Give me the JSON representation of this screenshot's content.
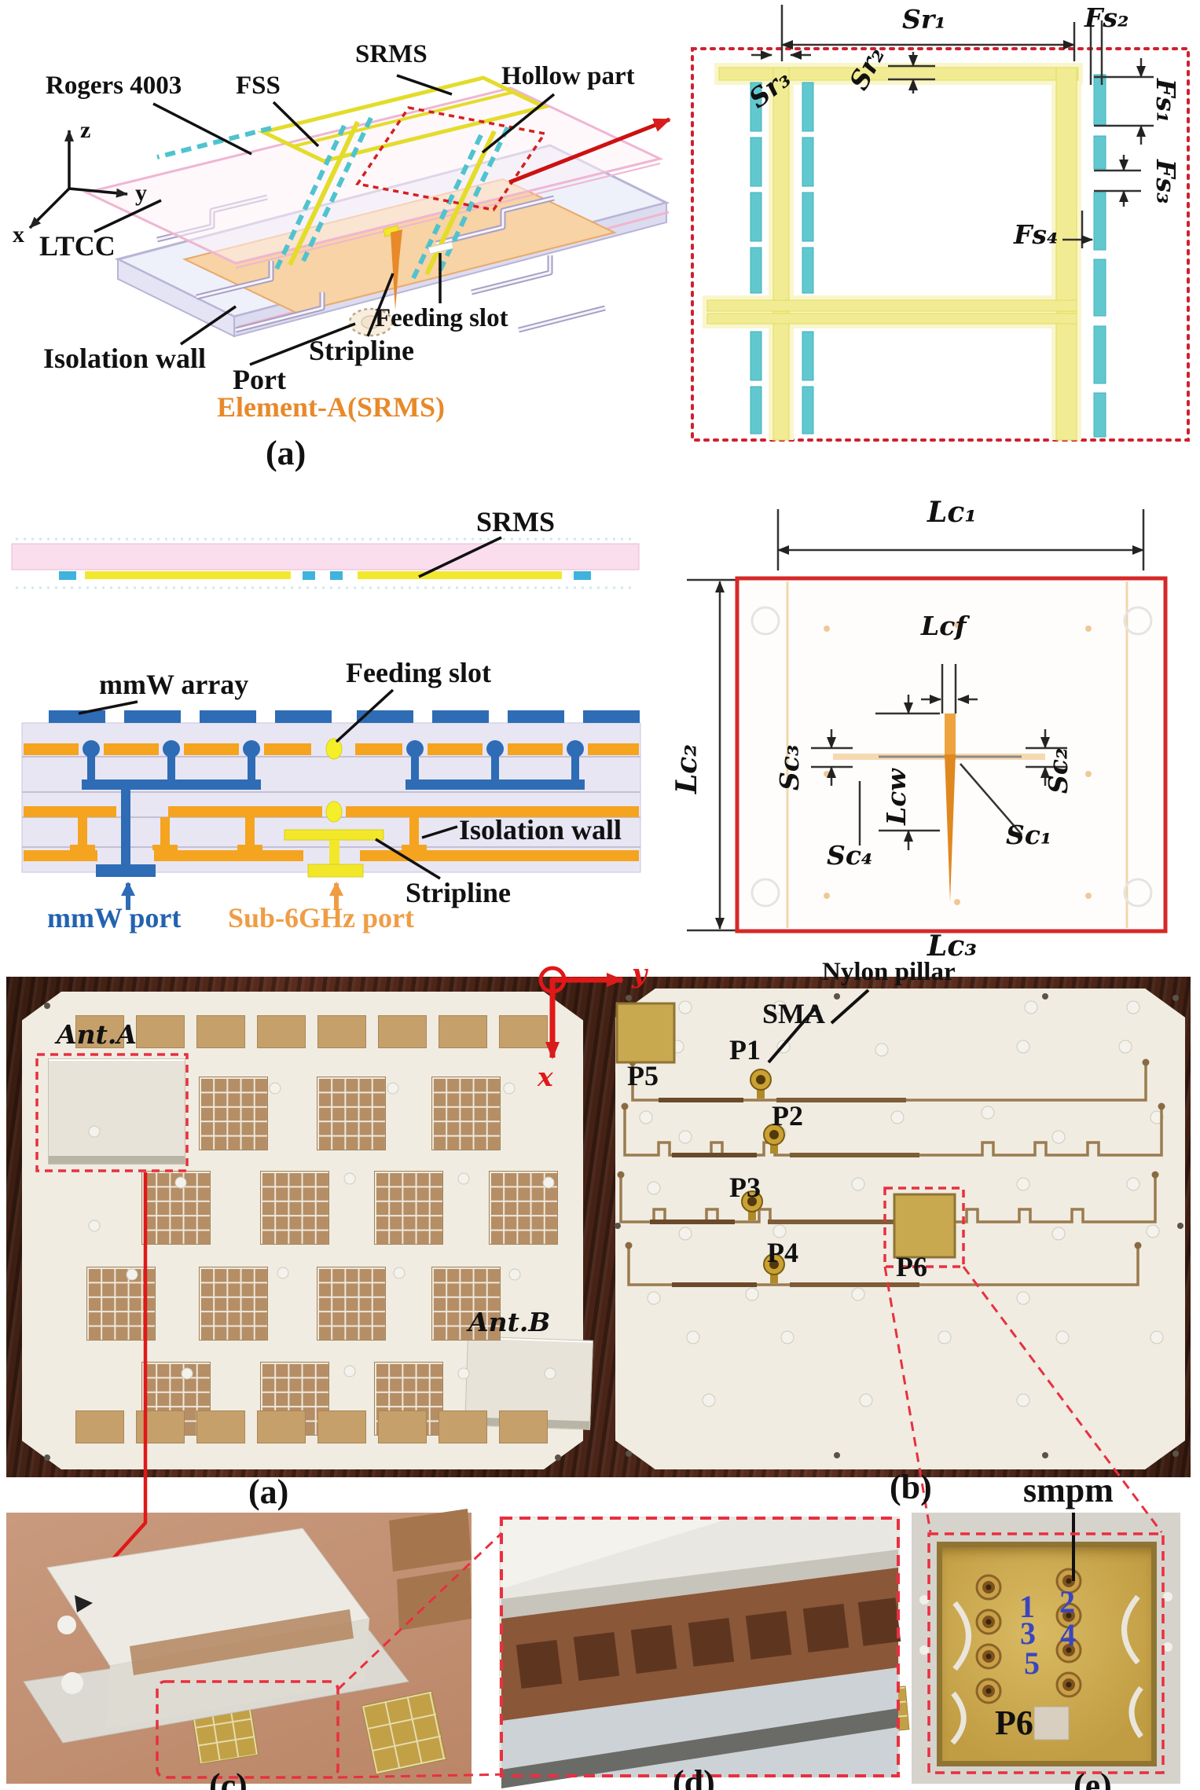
{
  "colors": {
    "accent_red": "#d81c1c",
    "srms_yellow": "#f1ec93",
    "fss_cyan": "#62c8d0",
    "mmw_blue": "#2e6cb5",
    "sub6_orange": "#e8892a",
    "rogers_pink": "#fbdeed",
    "gold": "#c9a232"
  },
  "panel_a": {
    "caption": "(a)",
    "labels": {
      "rogers": "Rogers 4003",
      "fss": "FSS",
      "srms": "SRMS",
      "hollow_part": "Hollow part",
      "ltcc": "LTCC",
      "isolation_wall": "Isolation wall",
      "port": "Port",
      "stripline": "Stripline",
      "feeding_slot": "Feeding slot",
      "element": "Element-A(SRMS)"
    },
    "axes": {
      "x": "x",
      "y": "y",
      "z": "z"
    }
  },
  "srms_detail": {
    "dims": {
      "sr1": "Sr₁",
      "sr2": "Sr₂",
      "sr3": "Sr₃",
      "fs1": "Fs₁",
      "fs2": "Fs₂",
      "fs3": "Fs₃",
      "fs4": "Fs₄"
    }
  },
  "stackup": {
    "labels": {
      "srms": "SRMS",
      "mmw_array": "mmW array",
      "feeding_slot": "Feeding slot",
      "isolation_wall": "Isolation wall",
      "stripline": "Stripline",
      "mmw_port": "mmW port",
      "sub6_port": "Sub-6GHz port"
    }
  },
  "cavity_detail": {
    "dims": {
      "lc1": "Lc₁",
      "lc2": "Lc₂",
      "lc3": "Lc₃",
      "lcf": "Lcf",
      "lcw": "Lcw",
      "sc1": "Sc₁",
      "sc2": "Sc₂",
      "sc3": "Sc₃",
      "sc4": "Sc₄"
    }
  },
  "photo_array": {
    "caption": "(a)",
    "ant_a": "Ant.A",
    "ant_b": "Ant.B",
    "axis_x": "x",
    "axis_y": "y"
  },
  "photo_feed": {
    "caption": "(b)",
    "nylon_pillar": "Nylon pillar",
    "sma": "SMA",
    "p1": "P1",
    "p2": "P2",
    "p3": "P3",
    "p4": "P4",
    "p5": "P5",
    "p6": "P6"
  },
  "photo_module": {
    "caption": "(c)"
  },
  "photo_fss": {
    "caption": "(d)"
  },
  "photo_smpm": {
    "caption": "(e)",
    "smpm": "smpm",
    "p6": "P6",
    "pins": {
      "n1": "1",
      "n2": "2",
      "n3": "3",
      "n4": "4",
      "n5": "5"
    }
  }
}
